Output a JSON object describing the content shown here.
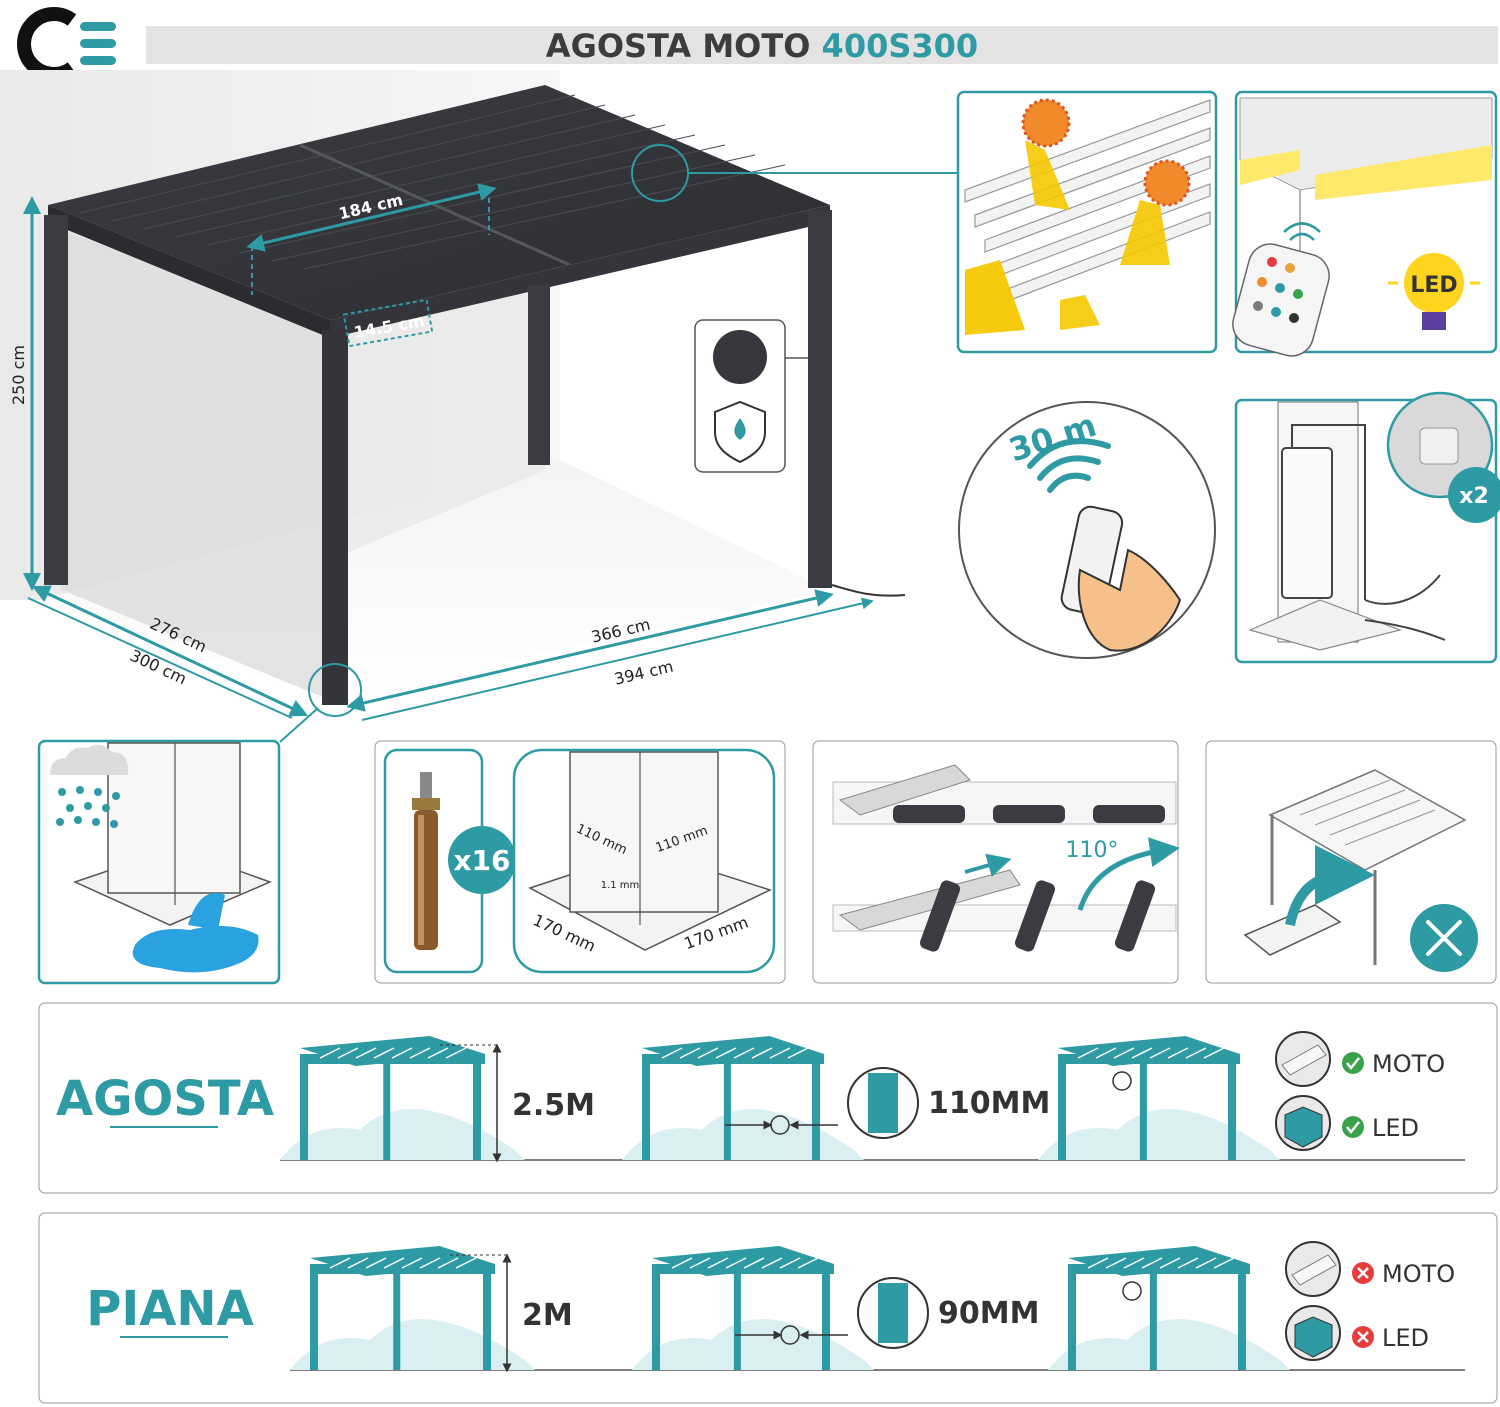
{
  "header": {
    "logo_letter": "C",
    "title_main": "AGOSTA MOTO ",
    "title_accent": "400S300"
  },
  "colors": {
    "teal": "#2e9aa3",
    "teal_light": "#36b5bd",
    "dark": "#2f3136",
    "orange": "#f08a2a",
    "yellow": "#f5c800",
    "red": "#e63c3c",
    "green": "#3aa24a"
  },
  "dimensions": {
    "height": "250 cm",
    "depth_inner": "276 cm",
    "depth_outer": "300 cm",
    "width_inner": "366 cm",
    "width_outer": "394 cm",
    "roof_section": "184 cm",
    "slat_width": "14.5 cm"
  },
  "features": {
    "remote_range": "30 m",
    "led_label": "LED",
    "plug_count": "x2",
    "anchor_count": "x16",
    "post_side_a": "110 mm",
    "post_side_b": "110 mm",
    "post_wall": "1.1 mm",
    "base_side_a": "170 mm",
    "base_side_b": "170 mm",
    "louver_angle": "110°"
  },
  "color_options": [
    "dark-grey-swatch",
    "water-drop-shield-icon"
  ],
  "comparison": [
    {
      "name": "AGOSTA",
      "height": "2.5M",
      "post": "110MM",
      "moto": {
        "label": "MOTO",
        "available": true
      },
      "led": {
        "label": "LED",
        "available": true
      }
    },
    {
      "name": "PIANA",
      "height": "2M",
      "post": "90MM",
      "moto": {
        "label": "MOTO",
        "available": false
      },
      "led": {
        "label": "LED",
        "available": false
      }
    }
  ]
}
